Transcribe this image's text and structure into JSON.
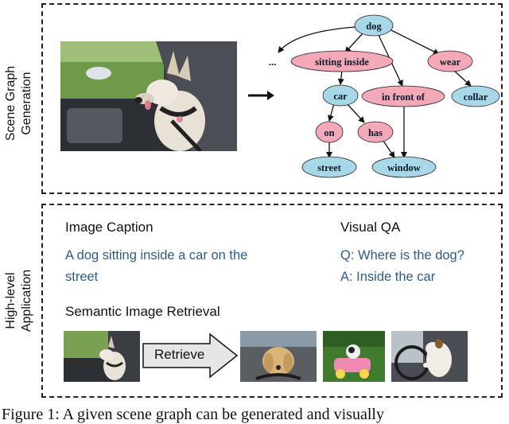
{
  "side_labels": {
    "top": [
      "Scene Graph",
      "Generation"
    ],
    "bottom": [
      "High-level",
      "Application"
    ]
  },
  "graph": {
    "ellipsis": "...",
    "nodes": {
      "dog": "dog",
      "sitting_inside": "sitting inside",
      "wear": "wear",
      "car": "car",
      "in_front_of": "in front of",
      "collar": "collar",
      "on": "on",
      "has": "has",
      "street": "street",
      "window": "window"
    },
    "colors": {
      "object": "#a8d8e8",
      "relation": "#f4a8b8",
      "edge": "#111111"
    }
  },
  "applications": {
    "caption": {
      "heading": "Image Caption",
      "text_line1": "A dog sitting inside a car on the",
      "text_line2": "street"
    },
    "vqa": {
      "heading": "Visual QA",
      "question": "Q: Where is the dog?",
      "answer": "A: Inside the car"
    },
    "retrieval": {
      "heading": "Semantic Image Retrieval",
      "arrow_label": "Retrieve"
    }
  },
  "footer": "Figure 1: A given scene graph can be generated and visually"
}
